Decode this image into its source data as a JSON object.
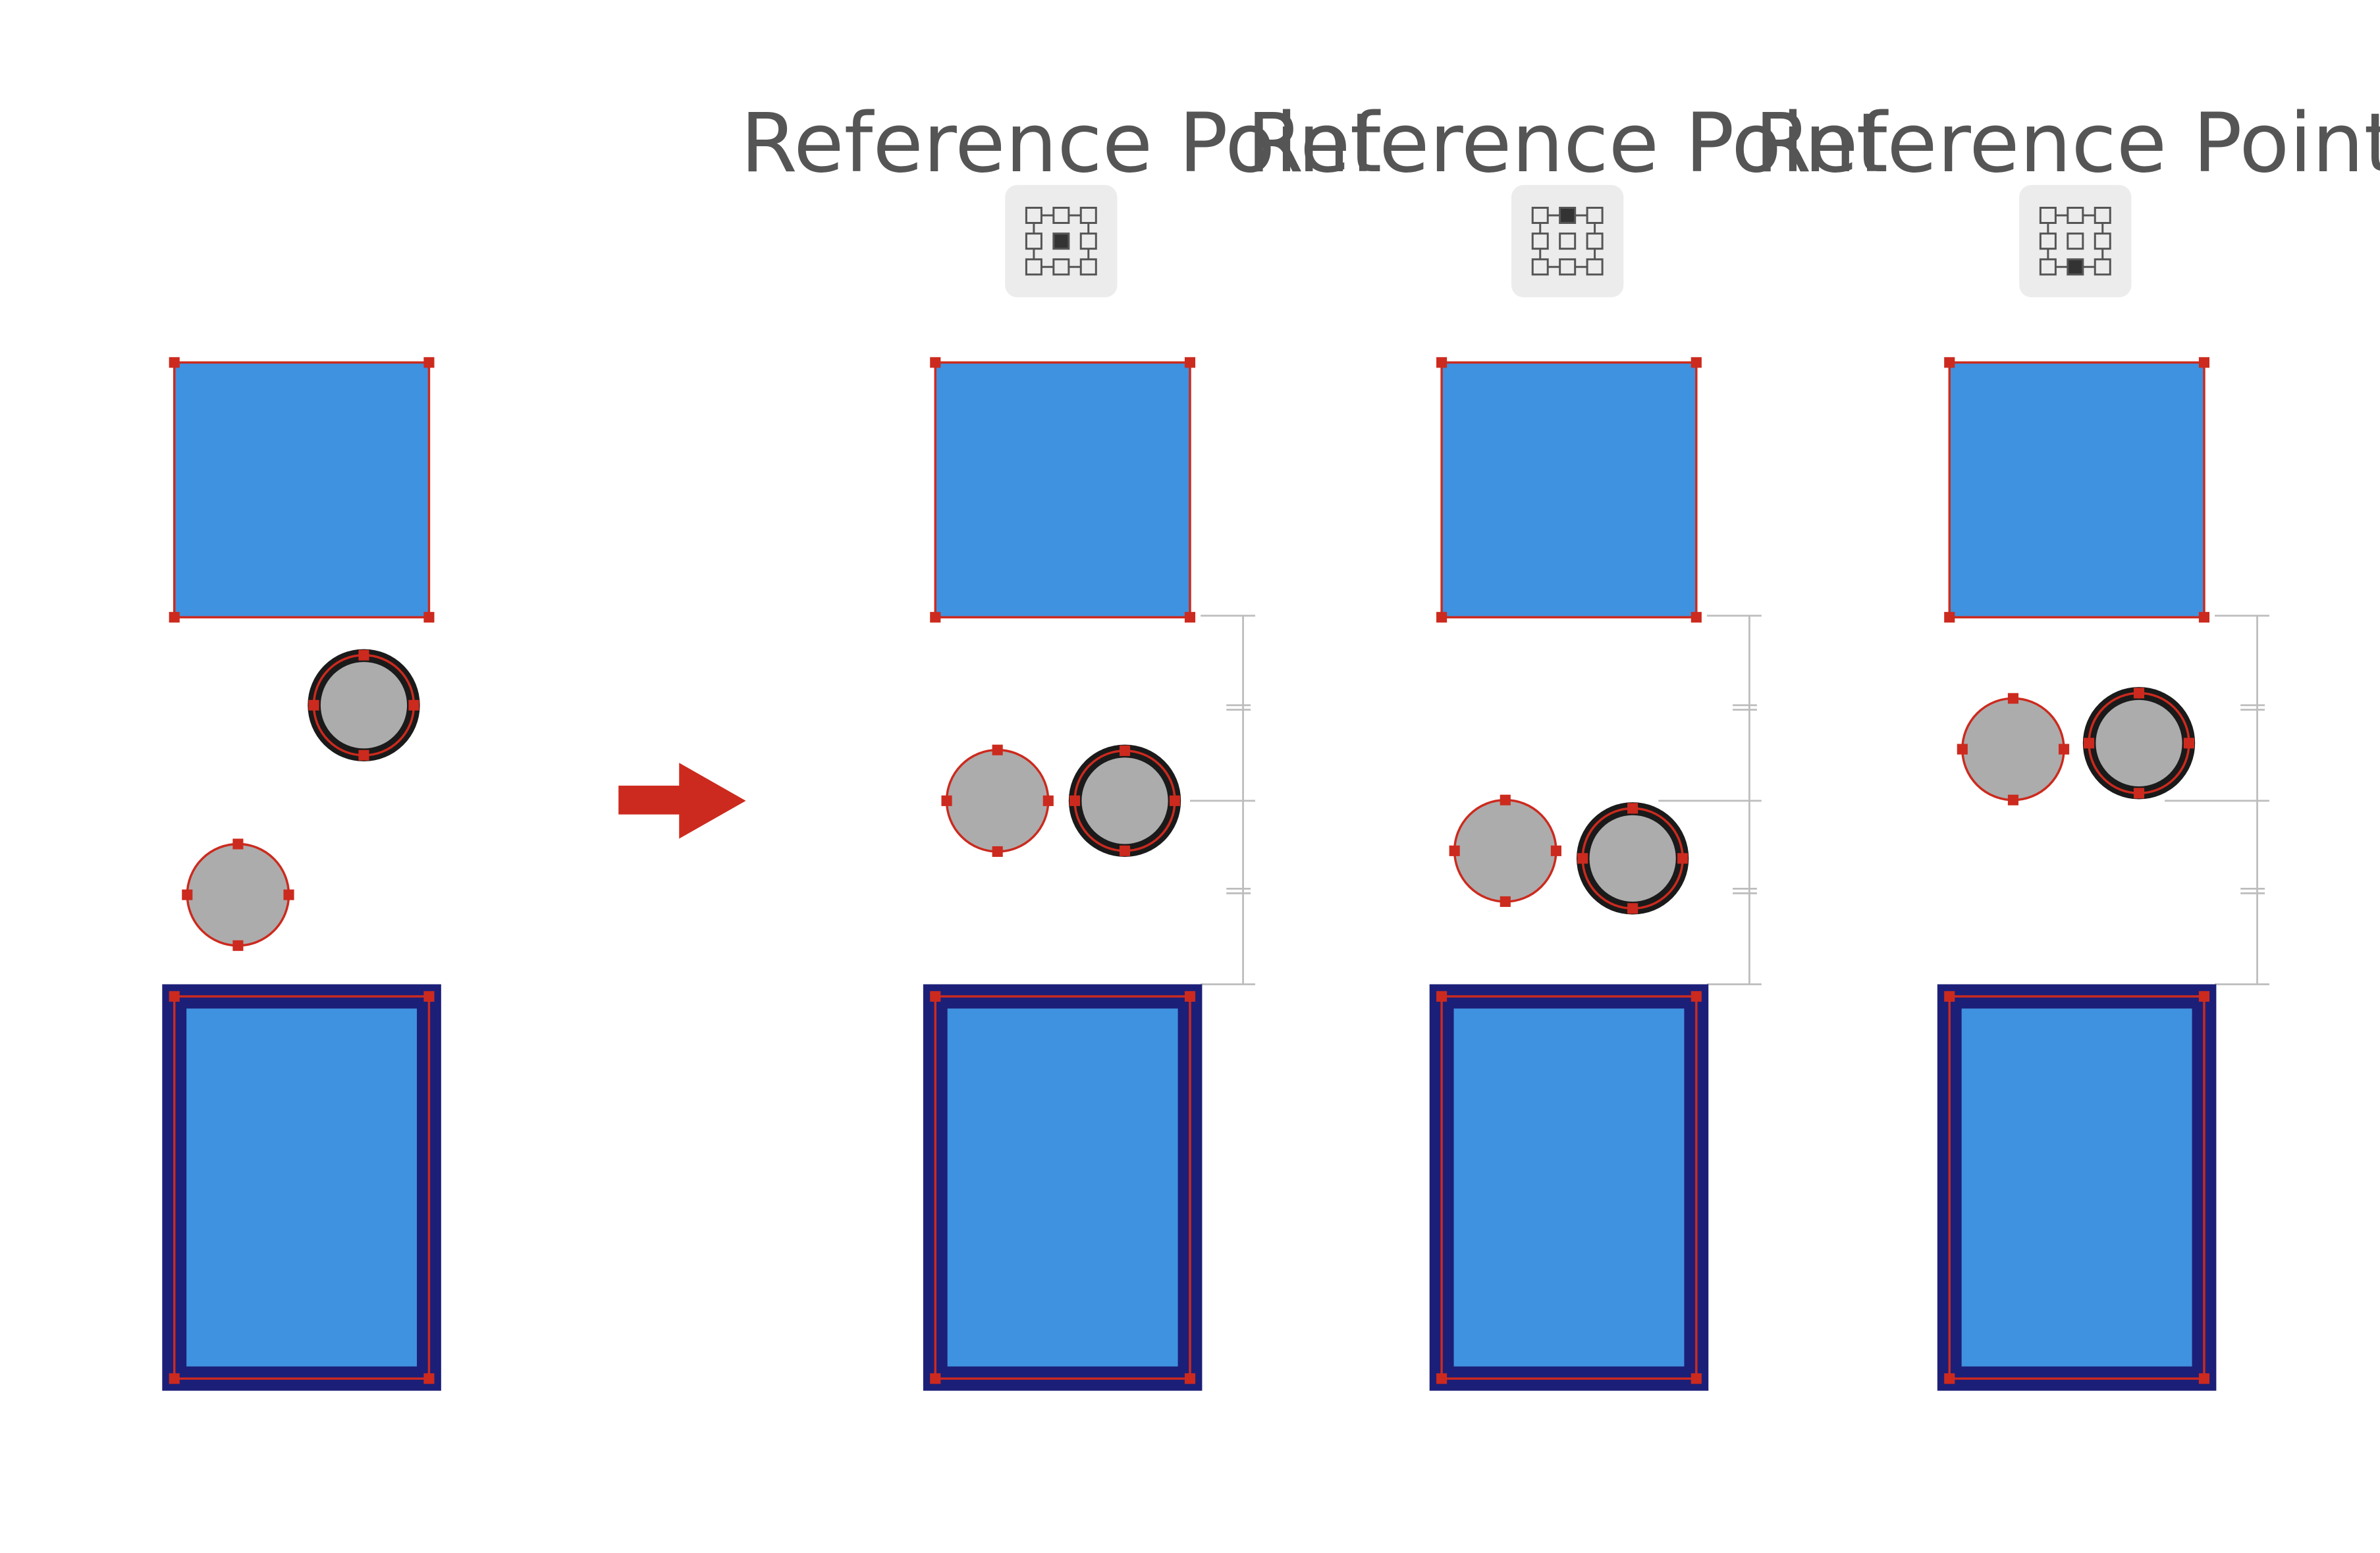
{
  "colors": {
    "background": "#ffffff",
    "shape_fill_blue": "#3f92df",
    "frame_stroke_navy": "#1c1f78",
    "circle_fill_gray": "#acacac",
    "circle_stroke_black": "#1a1a1a",
    "selection_red": "#cc2a1e",
    "arrow_red": "#cc2a1e",
    "spacing_guide_gray": "#bdbdbd",
    "icon_bg": "#ececec",
    "icon_stroke": "#555555",
    "icon_selected_fill": "#333333",
    "label_text": "#555555"
  },
  "panels": [
    {
      "name": "before",
      "shows_reference_point_widget": false,
      "shows_spacing_guide": false
    },
    {
      "name": "after-center-reference",
      "reference_label": "Reference Point",
      "reference_point_selected": "center",
      "shows_spacing_guide": true
    },
    {
      "name": "after-top-center-reference",
      "reference_label": "Reference Point",
      "reference_point_selected": "top-center",
      "shows_spacing_guide": true
    },
    {
      "name": "after-bottom-center-reference",
      "reference_label": "Reference Point",
      "reference_point_selected": "bottom-center",
      "shows_spacing_guide": true
    }
  ],
  "transition_arrow": {
    "icon": "right-arrow-icon",
    "direction": "right"
  }
}
